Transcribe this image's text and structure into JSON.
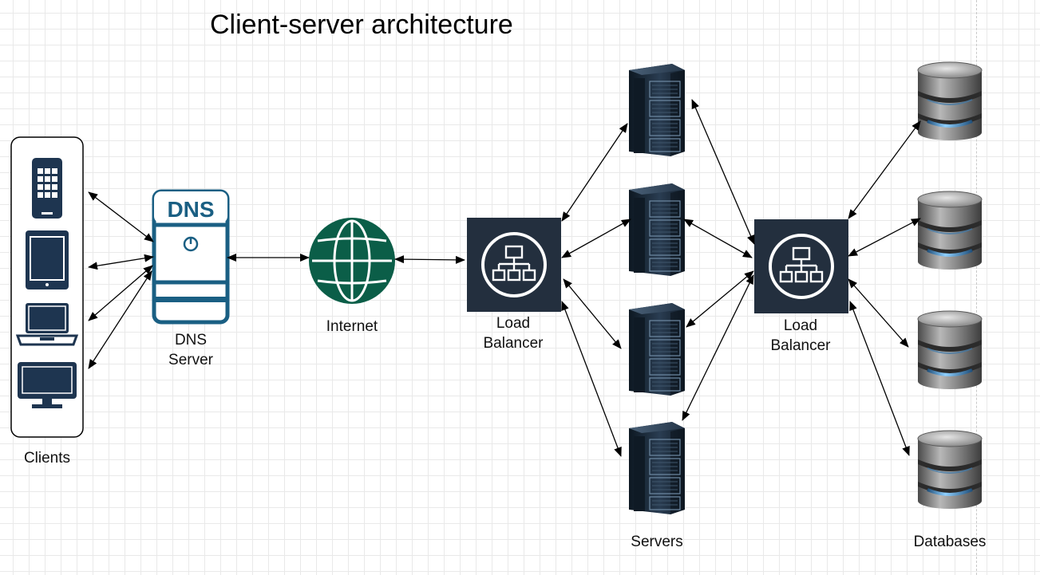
{
  "title": "Client-server architecture",
  "labels": {
    "clients": "Clients",
    "dns_line1": "DNS",
    "dns_line2": "Server",
    "dns_badge": "DNS",
    "internet": "Internet",
    "lb1_line1": "Load",
    "lb1_line2": "Balancer",
    "lb2_line1": "Load",
    "lb2_line2": "Balancer",
    "servers": "Servers",
    "databases": "Databases"
  },
  "colors": {
    "dns_blue": "#1a5f83",
    "internet_green": "#0b5e48",
    "lb_navy": "#232f3e",
    "client_navy": "#1e3550",
    "server_dark": "#1b2a3a",
    "db_accent": "#5aa7e6"
  },
  "icons": {
    "clients": [
      "smartphone-icon",
      "tablet-icon",
      "laptop-icon",
      "desktop-monitor-icon"
    ],
    "dns": "dns-server-icon",
    "internet": "globe-icon",
    "load_balancer": "hierarchy-network-icon",
    "server": "server-rack-icon",
    "database": "database-cylinder-icon"
  }
}
